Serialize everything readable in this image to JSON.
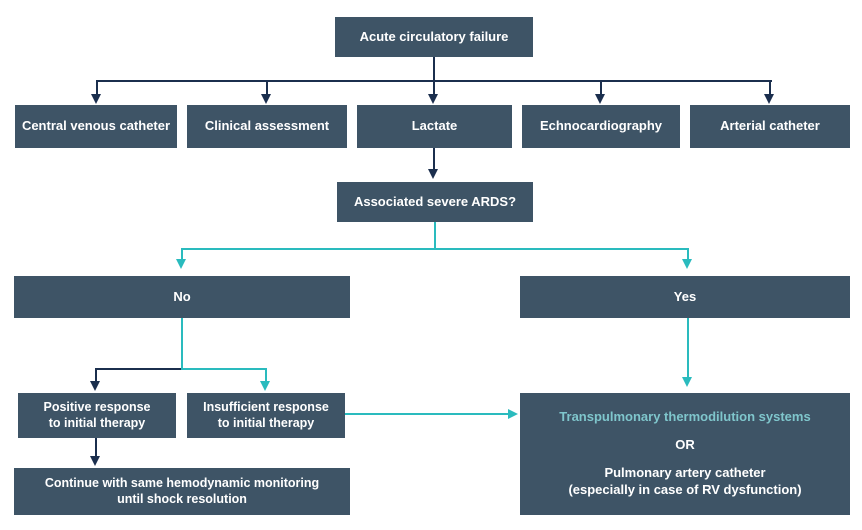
{
  "palette": {
    "box_bg": "#3E5466",
    "navy_connector": "#1B2F4E",
    "teal_connector": "#2ABBBE",
    "teal_text": "#7FC6CC",
    "box_text": "#FFFFFF",
    "background": "#FFFFFF"
  },
  "nodes": {
    "root": {
      "label": "Acute circulatory failure"
    },
    "monitoring": [
      {
        "label": "Central venous catheter"
      },
      {
        "label": "Clinical assessment"
      },
      {
        "label": "Lactate"
      },
      {
        "label": "Echnocardiography"
      },
      {
        "label": "Arterial catheter"
      }
    ],
    "question": {
      "label": "Associated severe ARDS?"
    },
    "no": {
      "label": "No"
    },
    "yes": {
      "label": "Yes"
    },
    "positive": {
      "line1": "Positive response",
      "line2": "to initial therapy"
    },
    "insufficient": {
      "line1": "Insufficient response",
      "line2": "to initial therapy"
    },
    "continue": {
      "line1": "Continue with same hemodynamic monitoring",
      "line2": "until shock resolution"
    },
    "advanced": {
      "option1": "Transpulmonary thermodilution systems",
      "or_label": "OR",
      "option2_line1": "Pulmonary artery catheter",
      "option2_line2": "(especially in case of RV dysfunction)"
    }
  }
}
